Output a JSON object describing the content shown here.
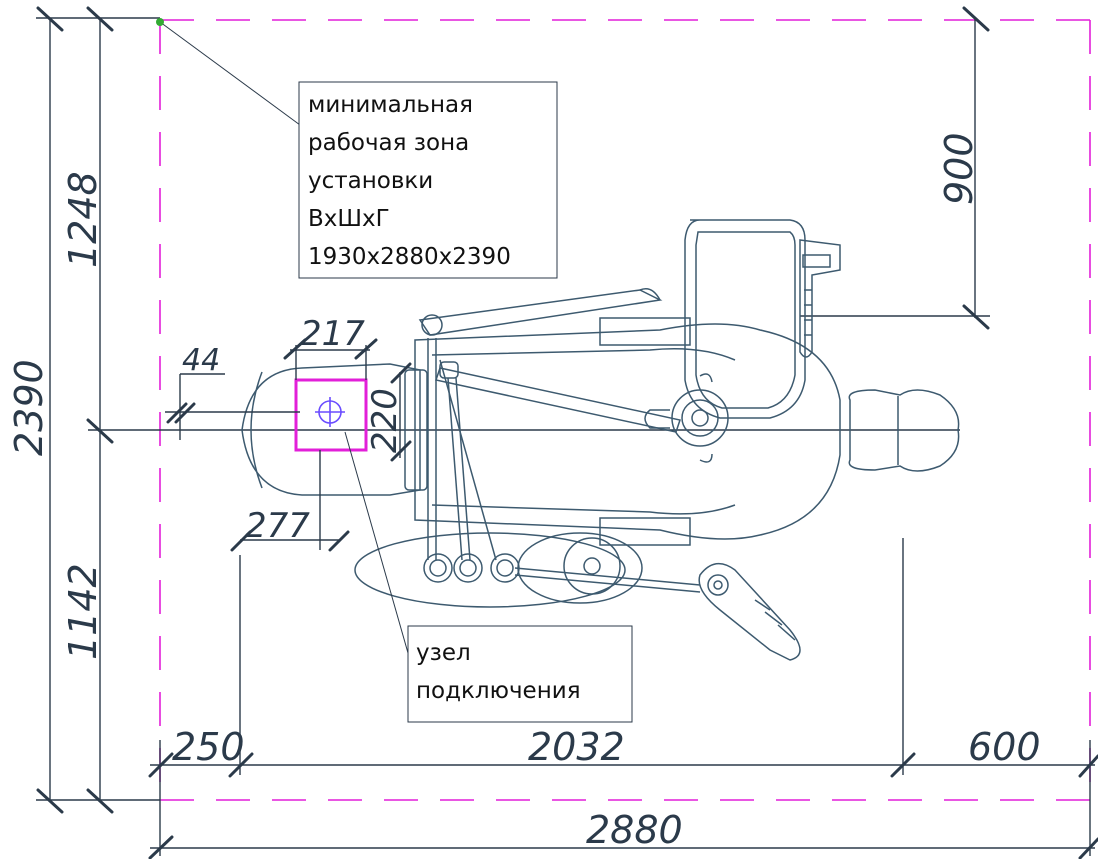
{
  "dimensions": {
    "total_height": "2390",
    "upper_height": "1248",
    "lower_height": "1142",
    "right_top": "900",
    "left_offset": "250",
    "middle_width": "2032",
    "right_offset": "600",
    "total_width": "2880",
    "connection_box_w": "217",
    "connection_box_h": "220",
    "connection_offset_x": "44",
    "connection_offset_y": "277"
  },
  "notes": {
    "work_zone": [
      "минимальная",
      "рабочая зона",
      "установки",
      "ВхШхГ",
      "1930х2880х2390"
    ],
    "connection_node": [
      "узел",
      "подключения"
    ]
  },
  "colors": {
    "zone_boundary": "#e21fd8",
    "connection_box": "#e21fd8",
    "connection_center": "#6a4cff",
    "leader_point": "#33aa33"
  }
}
